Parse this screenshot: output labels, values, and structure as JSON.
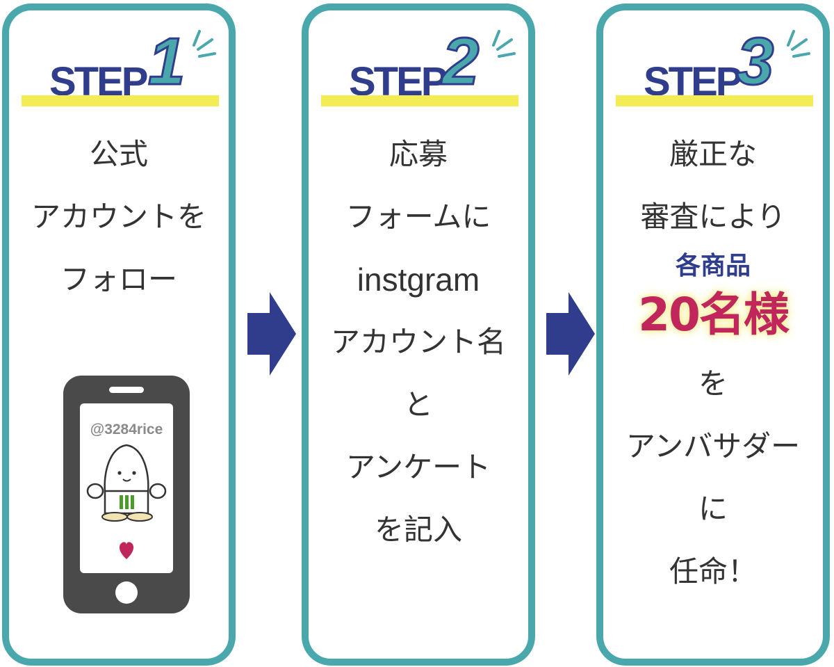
{
  "steps": [
    {
      "step_label": "STEP",
      "step_number": "1",
      "lines": [
        "公式",
        "アカウントを",
        "フォロー"
      ],
      "phone": {
        "handle": "@3284rice",
        "heart_icon": "heart-icon",
        "mascot": "rice-mascot"
      }
    },
    {
      "step_label": "STEP",
      "step_number": "2",
      "lines": [
        "応募",
        "フォームに",
        "instgram",
        "アカウント名",
        "と",
        "アンケート",
        "を記入"
      ]
    },
    {
      "step_label": "STEP",
      "step_number": "3",
      "lines_before": [
        "厳正な",
        "審査により"
      ],
      "prize_small": "各商品",
      "prize_big": "20名様",
      "lines_after": [
        "を",
        "アンバサダー",
        "に",
        "任命！"
      ]
    }
  ],
  "colors": {
    "border_teal": "#4aa8ad",
    "navy": "#2f3d8c",
    "highlight_yellow": "#f3ec55",
    "prize_magenta": "#c0255c",
    "phone_body": "#4a4a4a",
    "heart": "#c0255c"
  },
  "icons": [
    "arrow-right-icon",
    "heart-icon",
    "sparkle-icon"
  ]
}
